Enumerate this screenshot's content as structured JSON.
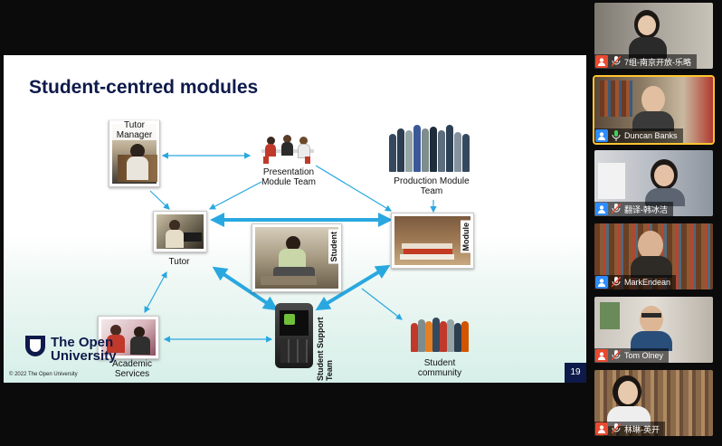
{
  "slide": {
    "title": "Student-centred modules",
    "nodes": {
      "tutor_manager": "Tutor Manager",
      "presentation_team": "Presentation Module Team",
      "production_team": "Production Module Team",
      "tutor": "Tutor",
      "student": "Student",
      "module": "Module",
      "academic_services": "Academic Services",
      "student_support": "Student Support Team",
      "student_community": "Student community"
    },
    "logo_text_line1": "The Open",
    "logo_text_line2": "University",
    "copyright": "© 2022 The Open University",
    "page_number": "19",
    "accent_color": "#0e1a4a",
    "arrow_color": "#29a8e0"
  },
  "participants": [
    {
      "name": "7组-南京开放-乐略",
      "badge": "presenter",
      "muted": true
    },
    {
      "name": "Duncan Banks",
      "badge": "user",
      "muted": false,
      "active": true
    },
    {
      "name": "翻译-韩冰洁",
      "badge": "user",
      "muted": true
    },
    {
      "name": "MarkEndean",
      "badge": "user",
      "muted": true
    },
    {
      "name": "Tom Olney",
      "badge": "presenter",
      "muted": true
    },
    {
      "name": "林琳-英开",
      "badge": "presenter",
      "muted": true
    }
  ]
}
